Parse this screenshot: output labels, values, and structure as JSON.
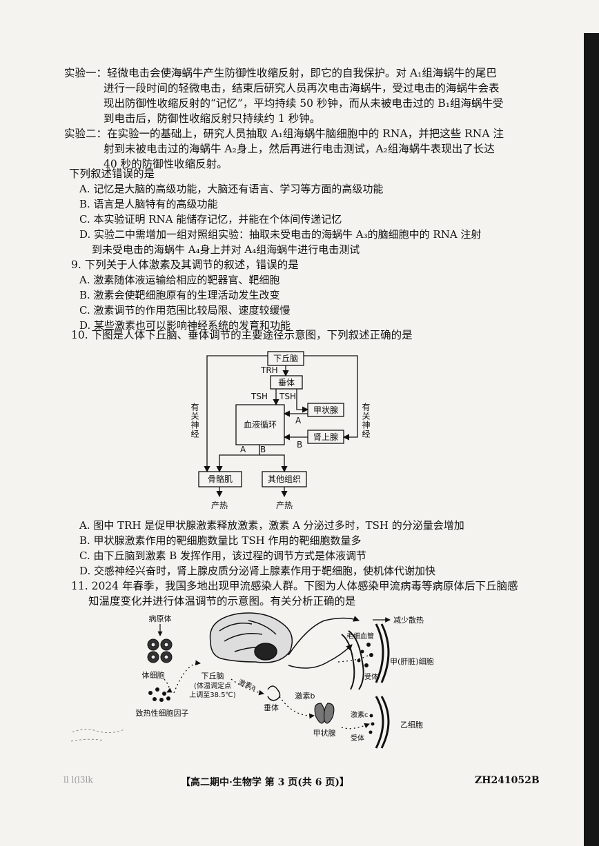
{
  "exp1": {
    "l1": "实验一：轻微电击会使海蜗牛产生防御性收缩反射，即它的自我保护。对 A₁组海蜗牛的尾巴",
    "l2": "进行一段时间的轻微电击，结束后研究人员再次电击海蜗牛，受过电击的海蜗牛会表",
    "l3": "现出防御性收缩反射的“记忆”，平均持续 50 秒钟，而从未被电击过的 B₁组海蜗牛受",
    "l4": "到电击后，防御性收缩反射只持续约 1 秒钟。"
  },
  "exp2": {
    "l1": "实验二：在实验一的基础上，研究人员抽取 A₁组海蜗牛脑细胞中的 RNA，并把这些 RNA 注",
    "l2": "射到未被电击过的海蜗牛 A₂身上，然后再进行电击测试，A₂组海蜗牛表现出了长达",
    "l3": "40 秒的防御性收缩反射。"
  },
  "q8": {
    "stem": "下列叙述错误的是",
    "a": "A. 记忆是大脑的高级功能，大脑还有语言、学习等方面的高级功能",
    "b": "B. 语言是人脑特有的高级功能",
    "c": "C. 本实验证明 RNA 能储存记忆，并能在个体间传递记忆",
    "d1": "D. 实验二中需增加一组对照组实验：抽取未受电击的海蜗牛 A₃的脑细胞中的 RNA 注射",
    "d2": "到未受电击的海蜗牛 A₄身上并对 A₄组海蜗牛进行电击测试"
  },
  "q9": {
    "stem": "9. 下列关于人体激素及其调节的叙述，错误的是",
    "a": "A. 激素随体液运输给相应的靶器官、靶细胞",
    "b": "B. 激素会使靶细胞原有的生理活动发生改变",
    "c": "C. 激素调节的作用范围比较局限、速度较缓慢",
    "d": "D. 某些激素也可以影响神经系统的发育和功能"
  },
  "q10": {
    "stem": "10. 下图是人体下丘脑、垂体调节的主要途径示意图，下列叙述正确的是",
    "diagram": {
      "hypothalamus": "下丘脑",
      "trh": "TRH",
      "pituitary": "垂体",
      "tsh": "TSH",
      "thyroid": "甲状腺",
      "blood": "血液循环",
      "adrenal": "肾上腺",
      "hormone_a": "A",
      "hormone_b": "B",
      "nerve": "有关神经",
      "muscle": "骨骼肌",
      "other": "其他组织",
      "heat": "产热"
    },
    "a": "A. 图中 TRH 是促甲状腺激素释放激素，激素 A 分泌过多时，TSH 的分泌量会增加",
    "b": "B. 甲状腺激素作用的靶细胞数量比 TSH 作用的靶细胞数量多",
    "c": "C. 由下丘脑到激素 B 发挥作用，该过程的调节方式是体液调节",
    "d": "D. 交感神经兴奋时，肾上腺皮质分泌肾上腺素作用于靶细胞，使机体代谢加快"
  },
  "q11": {
    "l1": "11. 2024 年春季，我国多地出现甲流感染人群。下图为人体感染甲流病毒等病原体后下丘脑感",
    "l2": "知温度变化并进行体温调节的示意图。有关分析正确的是",
    "diagram": {
      "pathogen": "病原体",
      "body_cell": "体细胞",
      "pyrogen": "致热性细胞因子",
      "hypothalamus": "下丘脑",
      "setpoint1": "(体温调定点",
      "setpoint2": "上调至38.5℃)",
      "hormone_a": "激素a",
      "pituitary": "垂体",
      "hormone_b": "激素b",
      "thyroid": "甲状腺",
      "hormone_c": "激素c",
      "receptor": "受体",
      "cell_yi": "乙细胞",
      "capillary": "毛细血管",
      "reduce_heat": "减少散热",
      "cell_jia": "甲(肝脏)细胞"
    }
  },
  "footer": {
    "left": "ll  l(l3lk",
    "center": "【高二期中·生物学  第 3 页(共 6 页)】",
    "code": "ZH241052B"
  }
}
